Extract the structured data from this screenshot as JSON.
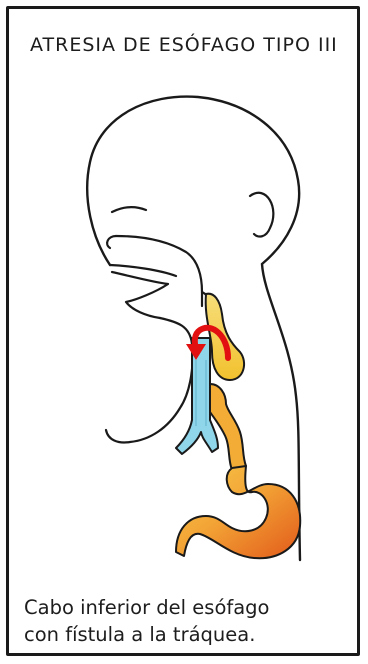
{
  "title": "ATRESIA DE ESÓFAGO TIPO III",
  "caption": {
    "line1": "Cabo inferior del esófago",
    "line2": "con fístula a la tráquea."
  },
  "colors": {
    "outline": "#1a1a1a",
    "trachea": "#8fd6ea",
    "esophagus_upper": "#f4cc3c",
    "stomach_light": "#f3b23a",
    "stomach_dark": "#e86a1c",
    "arrow": "#e21010"
  }
}
